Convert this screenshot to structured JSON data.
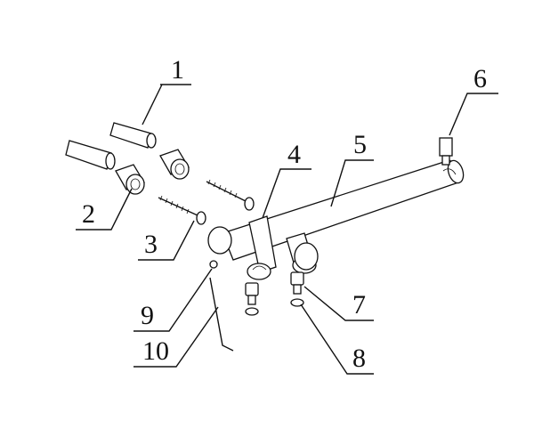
{
  "diagram": {
    "title": "Exploded assembly diagram",
    "callouts": [
      {
        "id": "1",
        "label": "1"
      },
      {
        "id": "2",
        "label": "2"
      },
      {
        "id": "3",
        "label": "3"
      },
      {
        "id": "4",
        "label": "4"
      },
      {
        "id": "5",
        "label": "5"
      },
      {
        "id": "6",
        "label": "6"
      },
      {
        "id": "7",
        "label": "7"
      },
      {
        "id": "8",
        "label": "8"
      },
      {
        "id": "9",
        "label": "9"
      },
      {
        "id": "10",
        "label": "10"
      }
    ]
  }
}
